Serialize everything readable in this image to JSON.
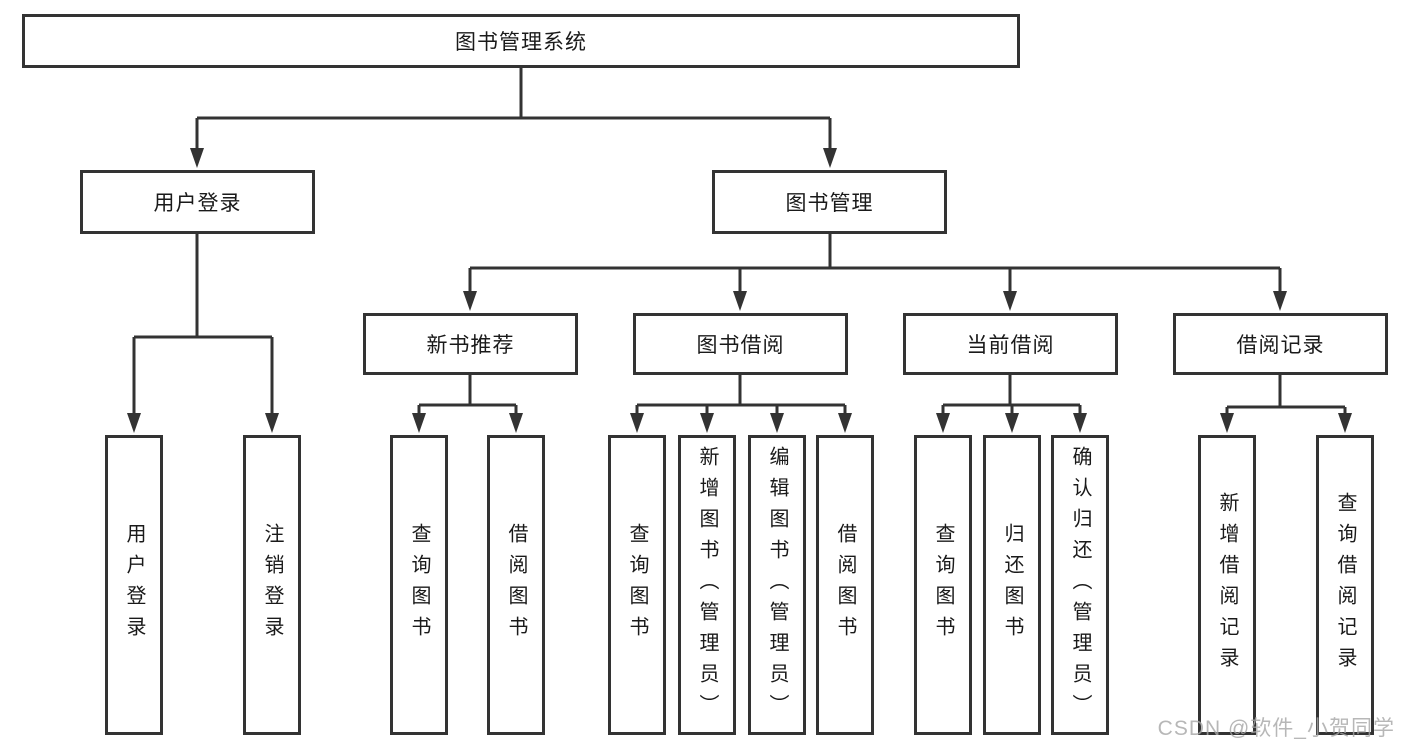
{
  "nodes": {
    "root": "图书管理系统",
    "user_login": "用户登录",
    "book_mgmt": "图书管理",
    "new_book_rec": "新书推荐",
    "book_borrow": "图书借阅",
    "current_borrow": "当前借阅",
    "borrow_records": "借阅记录",
    "leaf_user_login": "用户登录",
    "leaf_logout": "注销登录",
    "leaf_nbr_query": "查询图书",
    "leaf_nbr_borrow": "借阅图书",
    "leaf_bb_query": "查询图书",
    "leaf_bb_add": "新增图书（管理员）",
    "leaf_bb_edit": "编辑图书（管理员）",
    "leaf_bb_borrow": "借阅图书",
    "leaf_cb_query": "查询图书",
    "leaf_cb_return": "归还图书",
    "leaf_cb_confirm": "确认归还（管理员）",
    "leaf_br_add": "新增借阅记录",
    "leaf_br_query": "查询借阅记录"
  },
  "watermark": "CSDN @软件_小贺同学",
  "colors": {
    "line": "#333333",
    "text": "#1a1a1a",
    "box_border": "#333333",
    "box_background": "#ffffff",
    "page_background": "#ffffff",
    "watermark": "#a6a6a6"
  }
}
